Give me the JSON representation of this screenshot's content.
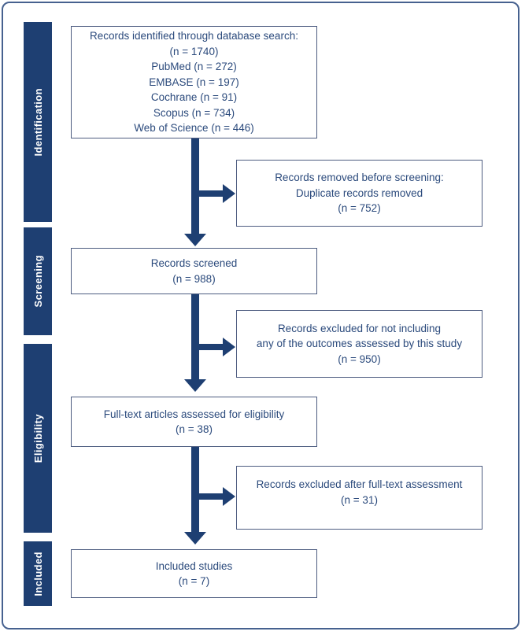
{
  "colors": {
    "navy": "#1e3f72",
    "frame-border": "#46618f",
    "box-border": "#4d5c80",
    "text": "#2b4a7c"
  },
  "sidebar": {
    "stages": [
      {
        "label": "Identification"
      },
      {
        "label": "Screening"
      },
      {
        "label": "Eligibility"
      },
      {
        "label": "Included"
      }
    ]
  },
  "flow": {
    "identified": {
      "lines": [
        "Records identified through database search:",
        "(n = 1740)",
        "PubMed (n = 272)",
        "EMBASE (n = 197)",
        "Cochrane (n = 91)",
        "Scopus (n = 734)",
        "Web of Science (n = 446)"
      ]
    },
    "removed_before_screening": {
      "lines": [
        "Records removed before screening:",
        "Duplicate records removed",
        "(n = 752)"
      ]
    },
    "screened": {
      "lines": [
        "Records screened",
        "(n = 988)"
      ]
    },
    "excluded_outcomes": {
      "lines": [
        "Records excluded for not including",
        "any of the outcomes assessed by this study",
        "(n = 950)"
      ]
    },
    "fulltext_assessed": {
      "lines": [
        "Full-text articles assessed for eligibility",
        "(n = 38)"
      ]
    },
    "excluded_fulltext": {
      "lines": [
        "Records excluded after full-text assessment",
        "(n = 31)"
      ]
    },
    "included_studies": {
      "lines": [
        "Included studies",
        "(n = 7)"
      ]
    }
  }
}
